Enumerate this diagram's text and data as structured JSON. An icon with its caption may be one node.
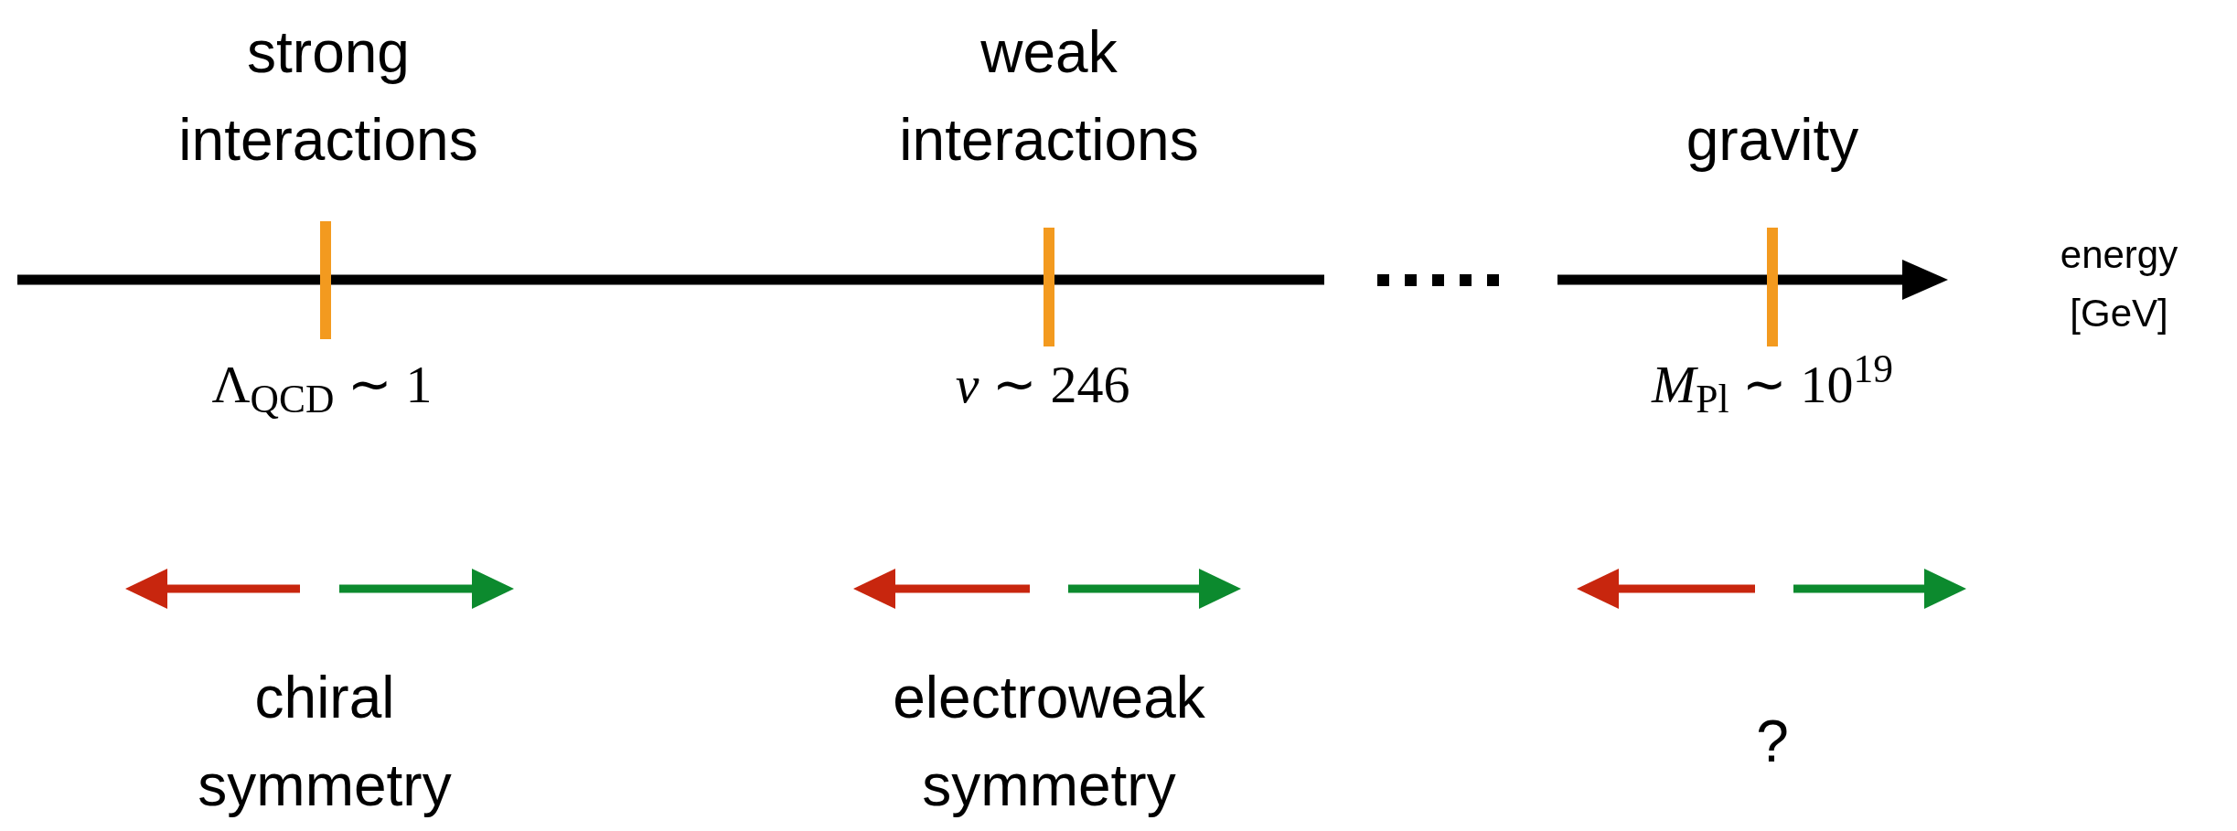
{
  "diagram": {
    "labels": [
      "strong interactions",
      "weak interactions",
      "gravity",
      "energy [GeV]",
      "Λ$_{QCD}$ ∼ 1",
      "*v* ∼ 246",
      "*M*$_{Pl}$ ∼ 10$^{19}$",
      "chiral symmetry",
      "electroweak symmetry",
      "?"
    ]
  }
}
